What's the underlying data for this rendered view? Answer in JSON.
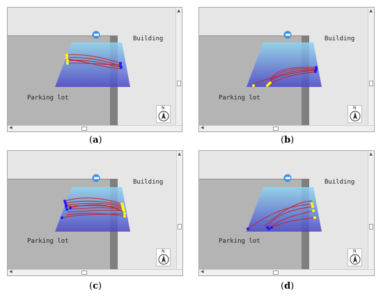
{
  "panels": [
    {
      "id": "a",
      "building_label": "Building",
      "parking_label": "Parking lot",
      "compass_letter": "N",
      "caption_open": "(",
      "caption_letter": "a",
      "caption_close": ")",
      "start_color": "#ffff00",
      "end_color": "#1a1aff",
      "track_color": "#cc1a1a"
    },
    {
      "id": "b",
      "building_label": "Building",
      "parking_label": "Parking lot",
      "compass_letter": "N",
      "caption_open": "(",
      "caption_letter": "b",
      "caption_close": ")",
      "start_color": "#ffff00",
      "end_color": "#1a1aff",
      "track_color": "#cc1a1a"
    },
    {
      "id": "c",
      "building_label": "Building",
      "parking_label": "Parking lot",
      "compass_letter": "N",
      "caption_open": "(",
      "caption_letter": "c",
      "caption_close": ")",
      "start_color": "#ffff00",
      "end_color": "#1a1aff",
      "track_color": "#cc1a1a"
    },
    {
      "id": "d",
      "building_label": "Building",
      "parking_label": "Parking lot",
      "compass_letter": "N",
      "caption_open": "(",
      "caption_letter": "d",
      "caption_close": ")",
      "start_color": "#ffff00",
      "end_color": "#1a1aff",
      "track_color": "#cc1a1a"
    }
  ],
  "colors": {
    "floor_gray": "#e6e6e6",
    "parking_gray": "#b4b4b4",
    "wall_gray": "#7f7f7f",
    "camera_blue": "#3b8fe0",
    "fov_top": "#8fd6f0",
    "fov_bottom": "#4a46c8"
  },
  "icons": [
    "camera-icon",
    "compass-north-icon",
    "scroll-arrow-icon"
  ]
}
